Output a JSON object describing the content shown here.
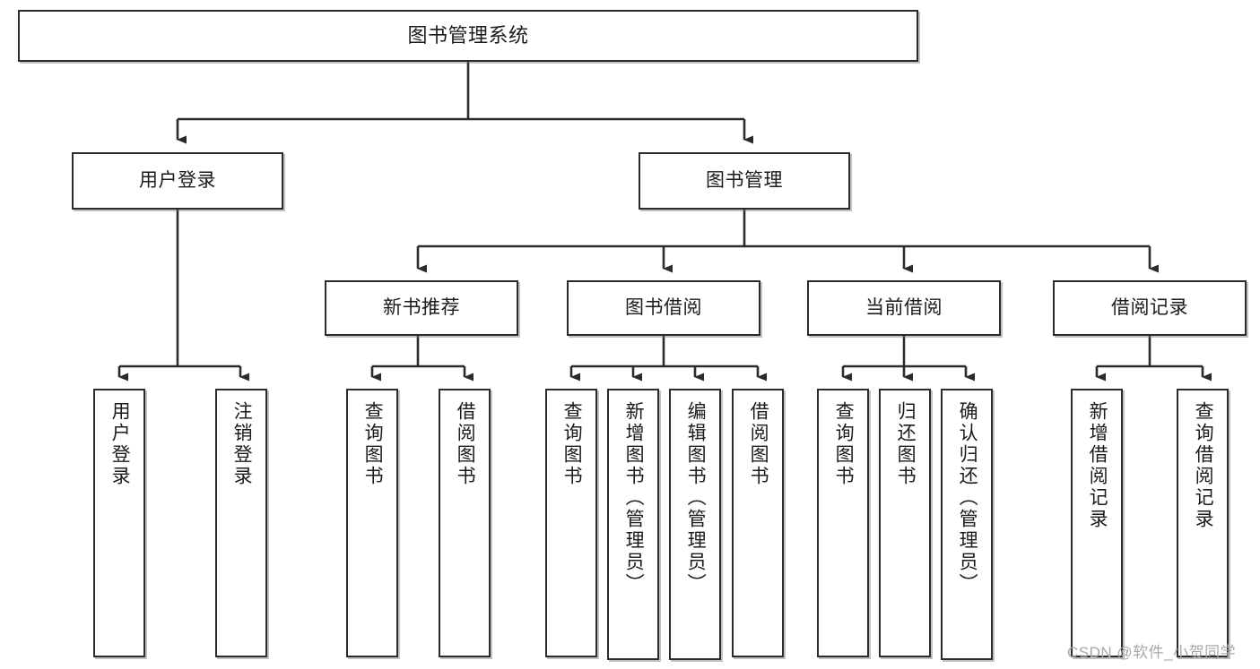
{
  "diagram": {
    "type": "tree",
    "title": "图书管理系统",
    "watermark": "CSDN @软件_小贺同学",
    "colors": {
      "background": "#ffffff",
      "box_border": "#2b2b2b",
      "box_fill": "#ffffff",
      "connector": "#2b2b2b",
      "text": "#1b1b1b",
      "watermark": "#a8a8a8"
    },
    "nodes": {
      "root": {
        "label": "图书管理系统"
      },
      "level2": [
        {
          "label": "用户登录"
        },
        {
          "label": "图书管理"
        }
      ],
      "level3": [
        {
          "label": "新书推荐"
        },
        {
          "label": "图书借阅"
        },
        {
          "label": "当前借阅"
        },
        {
          "label": "借阅记录"
        }
      ],
      "leaves": {
        "user_login": [
          {
            "label": "用户登录"
          },
          {
            "label": "注销登录"
          }
        ],
        "new_book_recommend": [
          {
            "label": "查询图书"
          },
          {
            "label": "借阅图书"
          }
        ],
        "book_borrow": [
          {
            "label": "查询图书"
          },
          {
            "label": "新增图书（管理员）"
          },
          {
            "label": "编辑图书（管理员）"
          },
          {
            "label": "借阅图书"
          }
        ],
        "current_borrow": [
          {
            "label": "查询图书"
          },
          {
            "label": "归还图书"
          },
          {
            "label": "确认归还（管理员）"
          }
        ],
        "borrow_record": [
          {
            "label": "新增借阅记录"
          },
          {
            "label": "查询借阅记录"
          }
        ]
      }
    }
  }
}
